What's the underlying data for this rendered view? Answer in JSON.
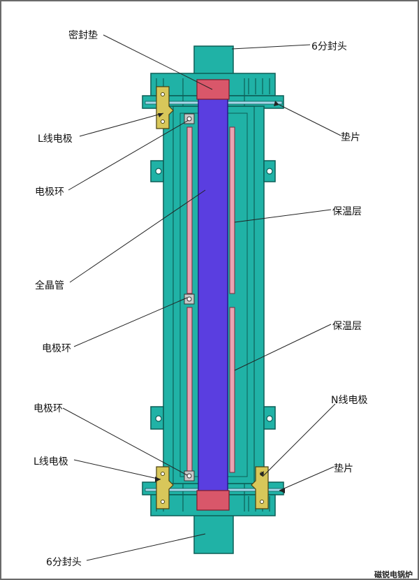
{
  "labels": {
    "gasket_seal": "密封垫",
    "top_cap": "6分封头",
    "l_electrode_top": "L线电极",
    "washer_top": "垫片",
    "electrode_ring_top": "电极环",
    "insulation_top": "保温层",
    "crystal_tube": "全晶管",
    "electrode_ring_mid": "电极环",
    "insulation_bottom": "保温层",
    "electrode_ring_bottom": "电极环",
    "n_electrode": "N线电极",
    "l_electrode_bottom": "L线电极",
    "washer_bottom": "垫片",
    "bottom_cap": "6分封头"
  },
  "watermark": "磁锐电锅炉",
  "colors": {
    "housing": "#20b2a6",
    "housing_stroke": "#0c5e57",
    "tube": "#5a3ee0",
    "tube_stroke": "#2a1a8a",
    "seal": "#d9576a",
    "insulation": "#eaa3b2",
    "electrode": "#d8c75a",
    "leader": "#222222"
  }
}
